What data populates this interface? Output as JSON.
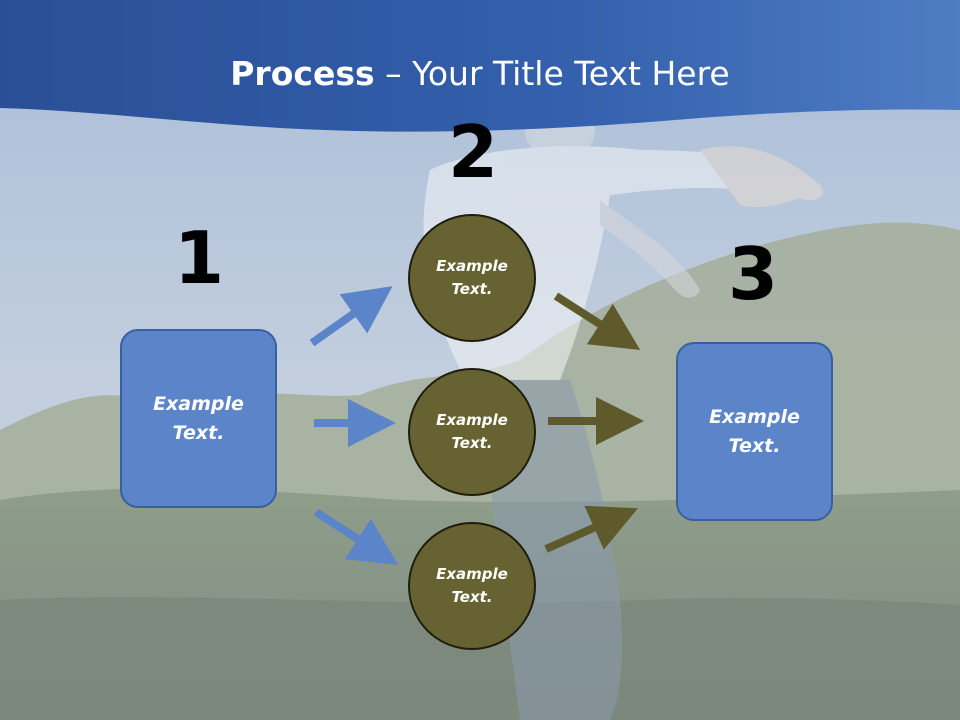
{
  "title": {
    "bold": "Process",
    "rest": " – Your Title Text Here"
  },
  "steps": {
    "step1": {
      "number": "1",
      "box_text": "Example Text."
    },
    "step2": {
      "number": "2",
      "circles": [
        "Example Text.",
        "Example Text.",
        "Example Text."
      ]
    },
    "step3": {
      "number": "3",
      "box_text": "Example Text."
    }
  },
  "colors": {
    "header_blue": "#2f57a0",
    "box_fill": "#5b84c9",
    "circle_fill": "#676232",
    "arrow_blue": "#5b84c9",
    "arrow_olive": "#5e5a2c"
  }
}
